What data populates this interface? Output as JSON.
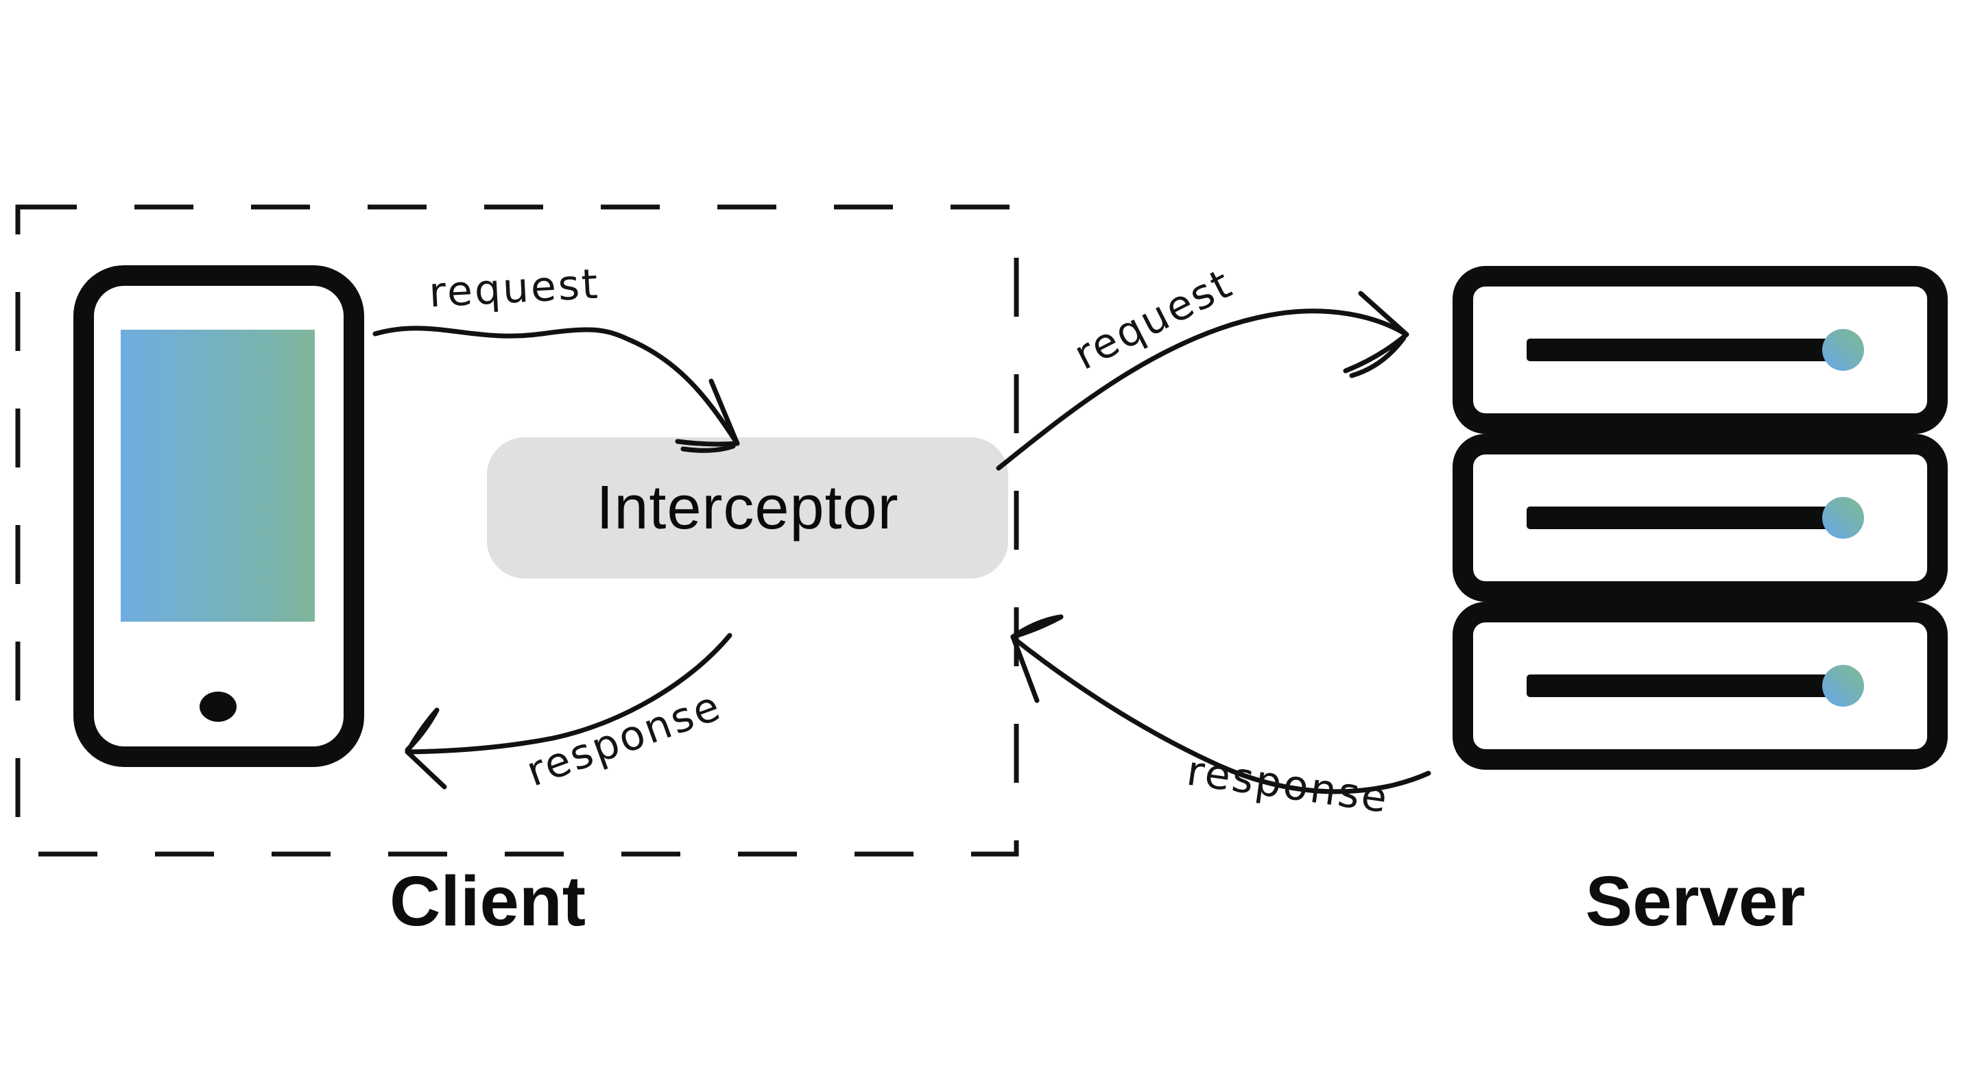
{
  "diagram": {
    "title": "client-interceptor-server request flow",
    "client": {
      "caption": "Client",
      "device": "smartphone"
    },
    "server": {
      "caption": "Server",
      "units": 3
    },
    "interceptor": {
      "label": "Interceptor"
    },
    "arrows": [
      {
        "id": "request-client-to-interceptor",
        "label": "request",
        "from": "client phone",
        "to": "interceptor"
      },
      {
        "id": "request-interceptor-to-server",
        "label": "request",
        "from": "interceptor boundary",
        "to": "server"
      },
      {
        "id": "response-server-to-interceptor",
        "label": "response",
        "from": "server",
        "to": "interceptor boundary"
      },
      {
        "id": "response-interceptor-to-client",
        "label": "response",
        "from": "interceptor",
        "to": "client phone"
      }
    ],
    "labels": {
      "request_left": "request",
      "request_right": "request",
      "response_left": "response",
      "response_right": "response"
    },
    "colors": {
      "ink": "#0d0d0d",
      "interceptor_fill": "#e0e0e0",
      "gradient_blue": "#6fade1",
      "gradient_green": "#7fb69b",
      "background": "#ffffff"
    }
  }
}
